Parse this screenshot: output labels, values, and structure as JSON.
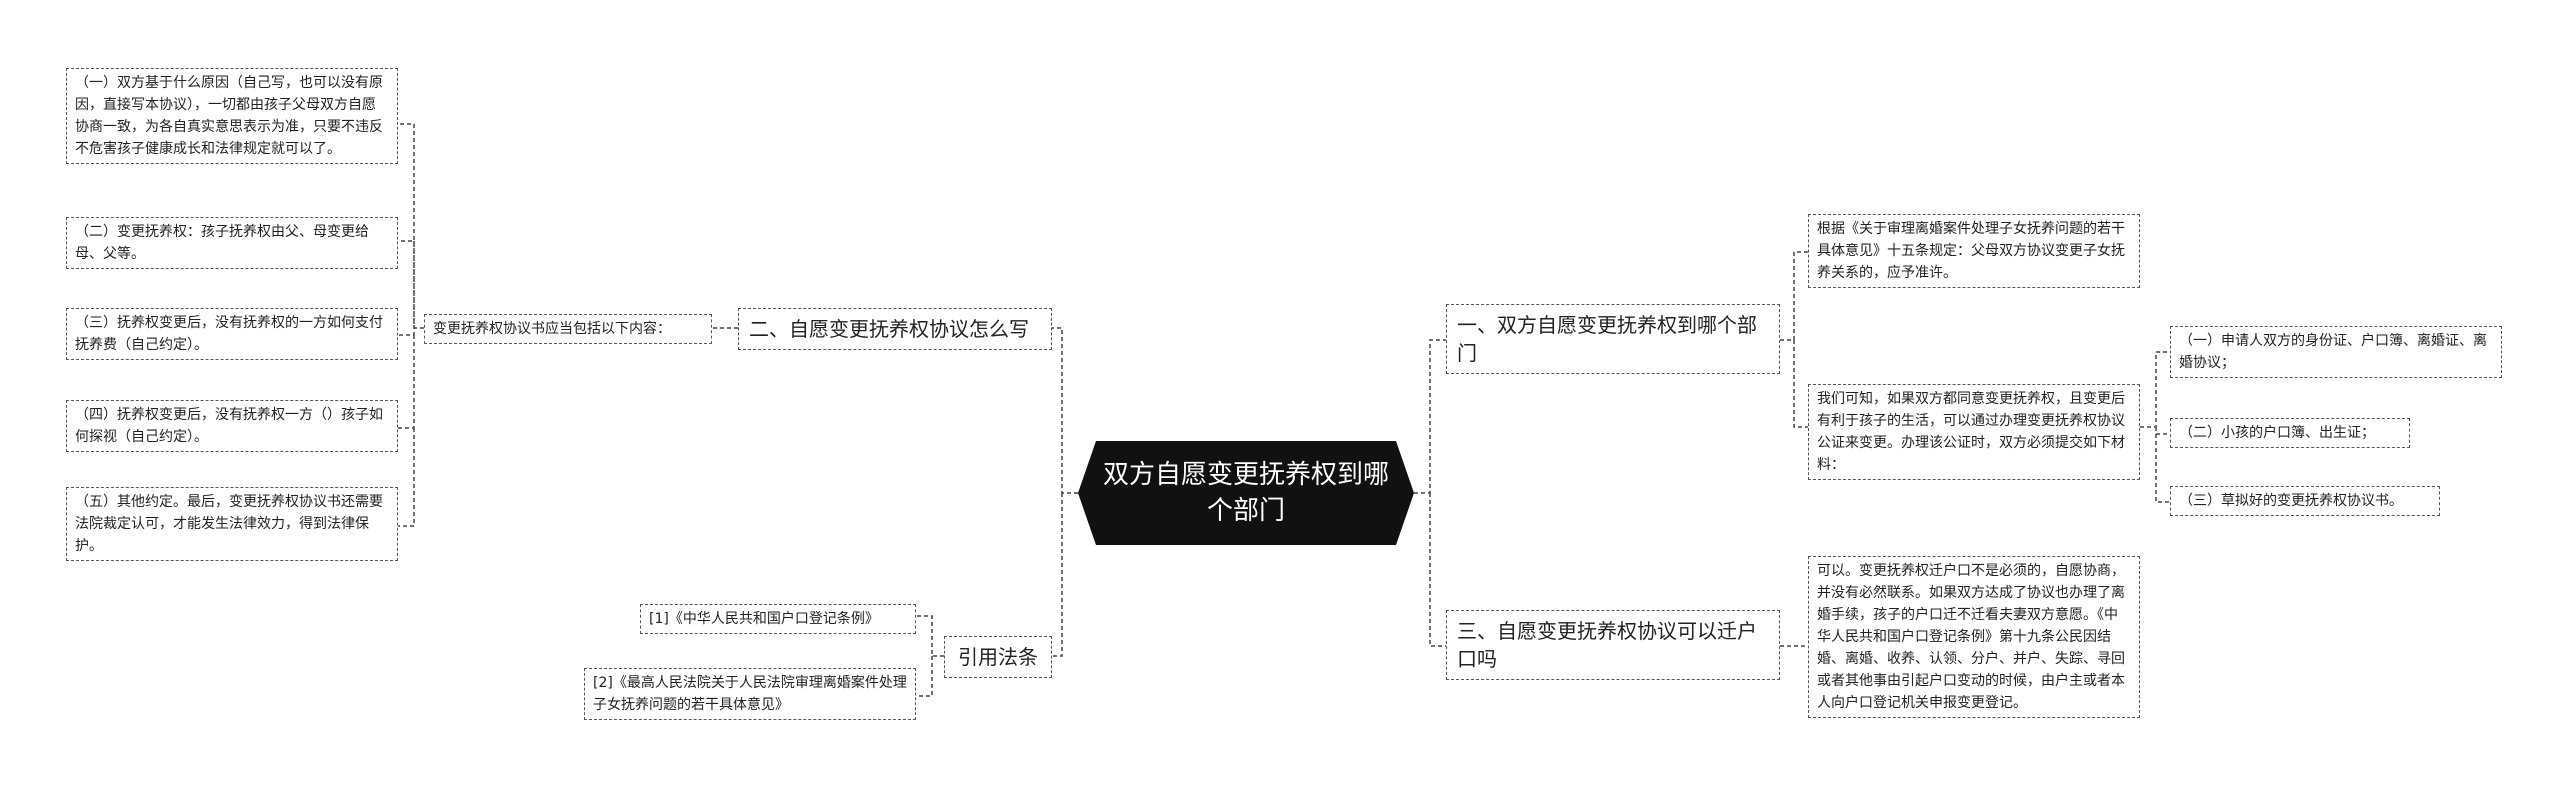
{
  "root": {
    "title": "双方自愿变更抚养权到哪个部门"
  },
  "branches": {
    "b1": {
      "label": "一、双方自愿变更抚养权到哪个部门",
      "detail1": "根据《关于审理离婚案件处理子女抚养问题的若干具体意见》十五条规定：父母双方协议变更子女抚养关系的，应予准许。",
      "detail2": "我们可知，如果双方都同意变更抚养权，且变更后有利于孩子的生活，可以通过办理变更抚养权协议公证来变更。办理该公证时，双方必须提交如下材料：",
      "materials": [
        "（一）申请人双方的身份证、户口簿、离婚证、离婚协议；",
        "（二）小孩的户口簿、出生证；",
        "（三）草拟好的变更抚养权协议书。"
      ]
    },
    "b2": {
      "label": "二、自愿变更抚养权协议怎么写",
      "mid": "变更抚养权协议书应当包括以下内容：",
      "items": [
        "（一）双方基于什么原因（自己写，也可以没有原因，直接写本协议），一切都由孩子父母双方自愿协商一致，为各自真实意思表示为准，只要不违反不危害孩子健康成长和法律规定就可以了。",
        "（二）变更抚养权：孩子抚养权由父、母变更给母、父等。",
        "（三）抚养权变更后，没有抚养权的一方如何支付抚养费（自己约定）。",
        "（四）抚养权变更后，没有抚养权一方（）孩子如何探视（自己约定）。",
        "（五）其他约定。最后，变更抚养权协议书还需要法院裁定认可，才能发生法律效力，得到法律保护。"
      ]
    },
    "b3": {
      "label": "三、自愿变更抚养权协议可以迁户口吗",
      "detail": "可以。变更抚养权迁户口不是必须的，自愿协商，并没有必然联系。如果双方达成了协议也办理了离婚手续，孩子的户口迁不迁看夫妻双方意愿。《中华人民共和国户口登记条例》第十九条公民因结婚、离婚、收养、认领、分户、并户、失踪、寻回或者其他事由引起户口变动的时候，由户主或者本人向户口登记机关申报变更登记。"
    },
    "b4": {
      "label": "引用法条",
      "refs": [
        "[1]《中华人民共和国户口登记条例》",
        "[2]《最高人民法院关于人民法院审理离婚案件处理子女抚养问题的若干具体意见》"
      ]
    }
  },
  "colors": {
    "root_fill": "#111111",
    "line": "#444444"
  }
}
